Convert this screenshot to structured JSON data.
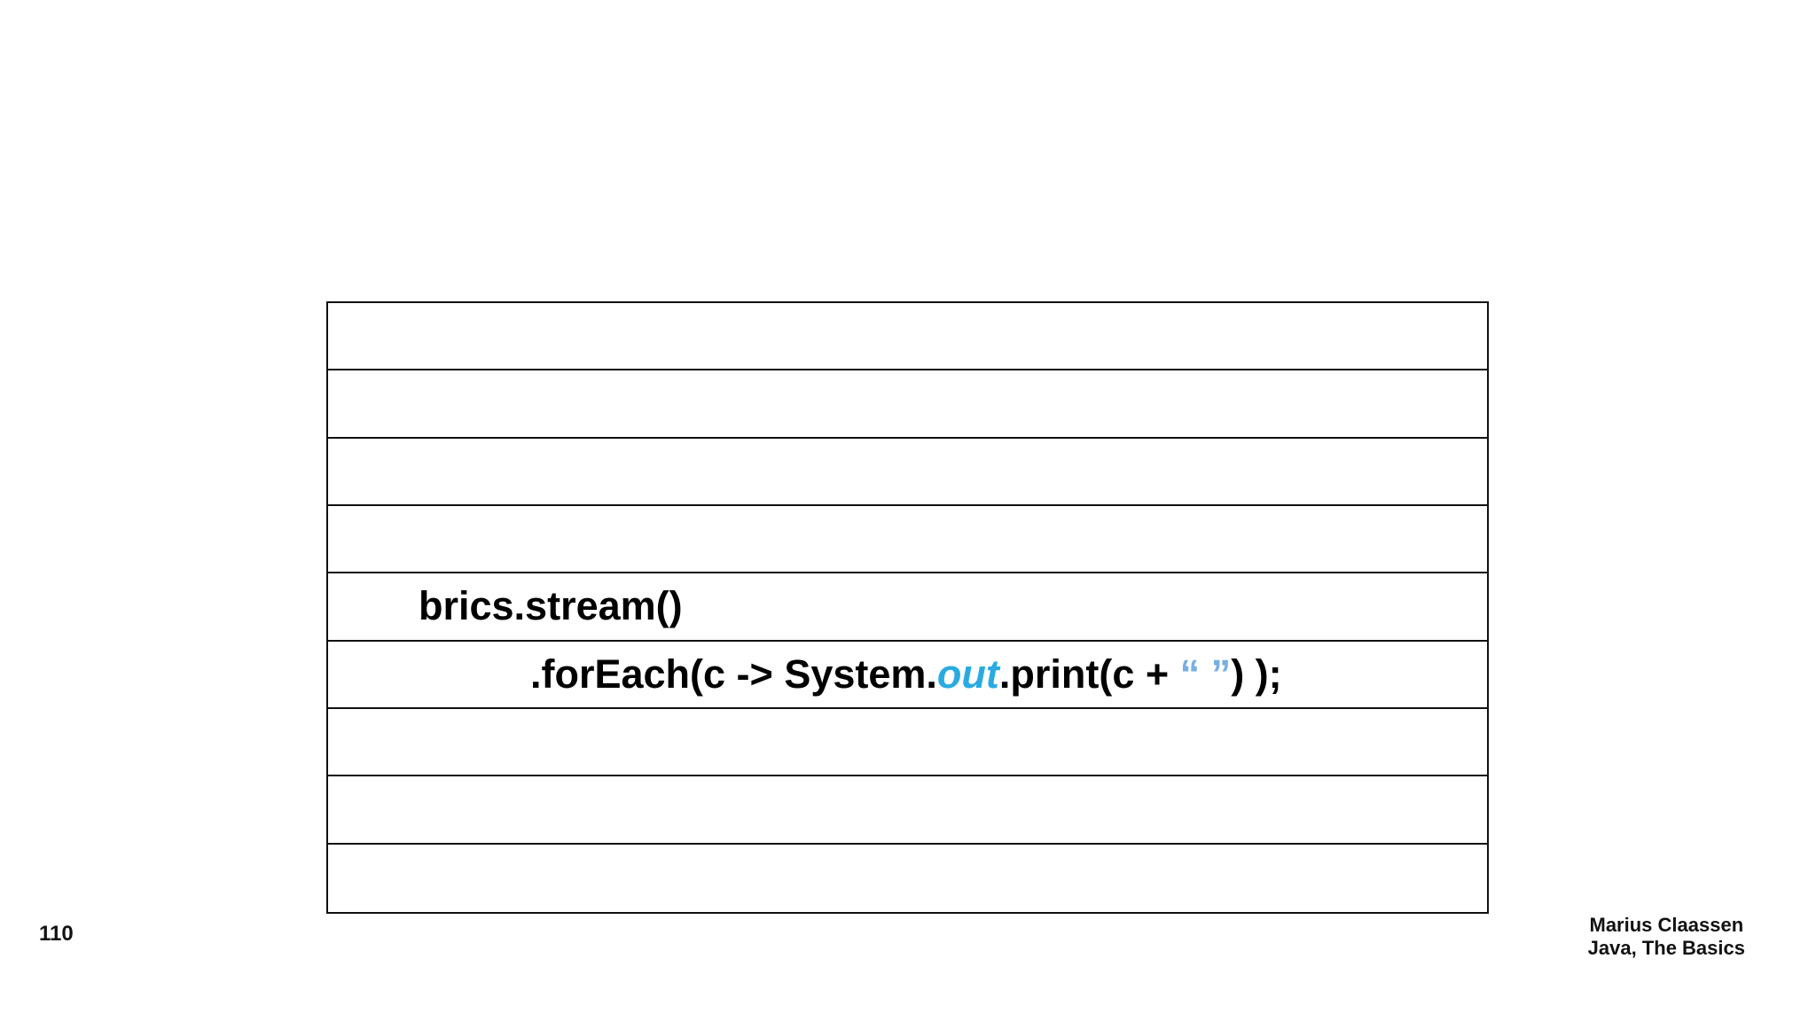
{
  "slide": {
    "page_number": "110",
    "footer": {
      "line1": "Marius Claassen",
      "line2": "Java, The Basics"
    },
    "colors": {
      "background": "#ffffff",
      "table_border": "#111111",
      "code_text": "#000000",
      "field_blue": "#29abe2",
      "string_literal_blue": "#76afe3"
    },
    "table": {
      "row_count": 9,
      "rows": [
        {
          "segments": []
        },
        {
          "segments": []
        },
        {
          "segments": []
        },
        {
          "segments": []
        },
        {
          "indent": 1,
          "segments": [
            {
              "type": "code",
              "text": "brics.stream()"
            }
          ]
        },
        {
          "indent": 2,
          "segments": [
            {
              "type": "code",
              "text": ".forEach(c -> System."
            },
            {
              "type": "field",
              "text": "out"
            },
            {
              "type": "code",
              "text": ".print(c + "
            },
            {
              "type": "string",
              "text": "“ ”"
            },
            {
              "type": "code",
              "text": ") );"
            }
          ]
        },
        {
          "segments": []
        },
        {
          "segments": []
        },
        {
          "segments": []
        }
      ]
    }
  }
}
